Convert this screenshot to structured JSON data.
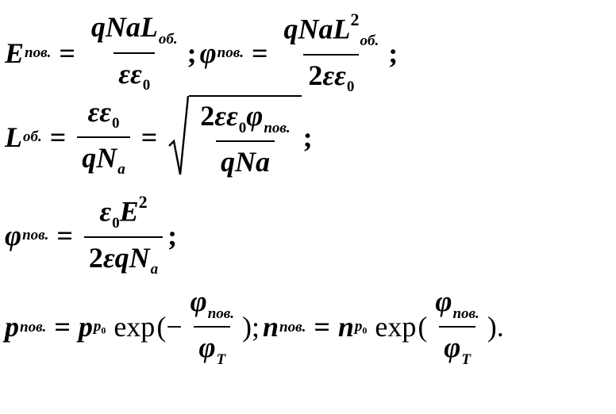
{
  "sym": {
    "E": "E",
    "L": "L",
    "phi": "φ",
    "eps": "ε",
    "epseps": "εε",
    "q": "q",
    "N": "N",
    "a": "a",
    "qNaL": "qNaL",
    "qNa": "qNa",
    "qN": "qN",
    "p": "p",
    "n": "n",
    "exp": "exp",
    "two": "2",
    "zero": "0",
    "sq": "2",
    "minus": "−",
    "eq": "=",
    "semicolon": ";",
    "period": ".",
    "open_paren": "(",
    "close_paren_semicolon": ");",
    "close_paren_period": ")."
  },
  "sub": {
    "pov": "пов.",
    "ob": "об.",
    "a": "a",
    "zero": "0",
    "T": "T",
    "p": "p",
    "p0": "0"
  }
}
